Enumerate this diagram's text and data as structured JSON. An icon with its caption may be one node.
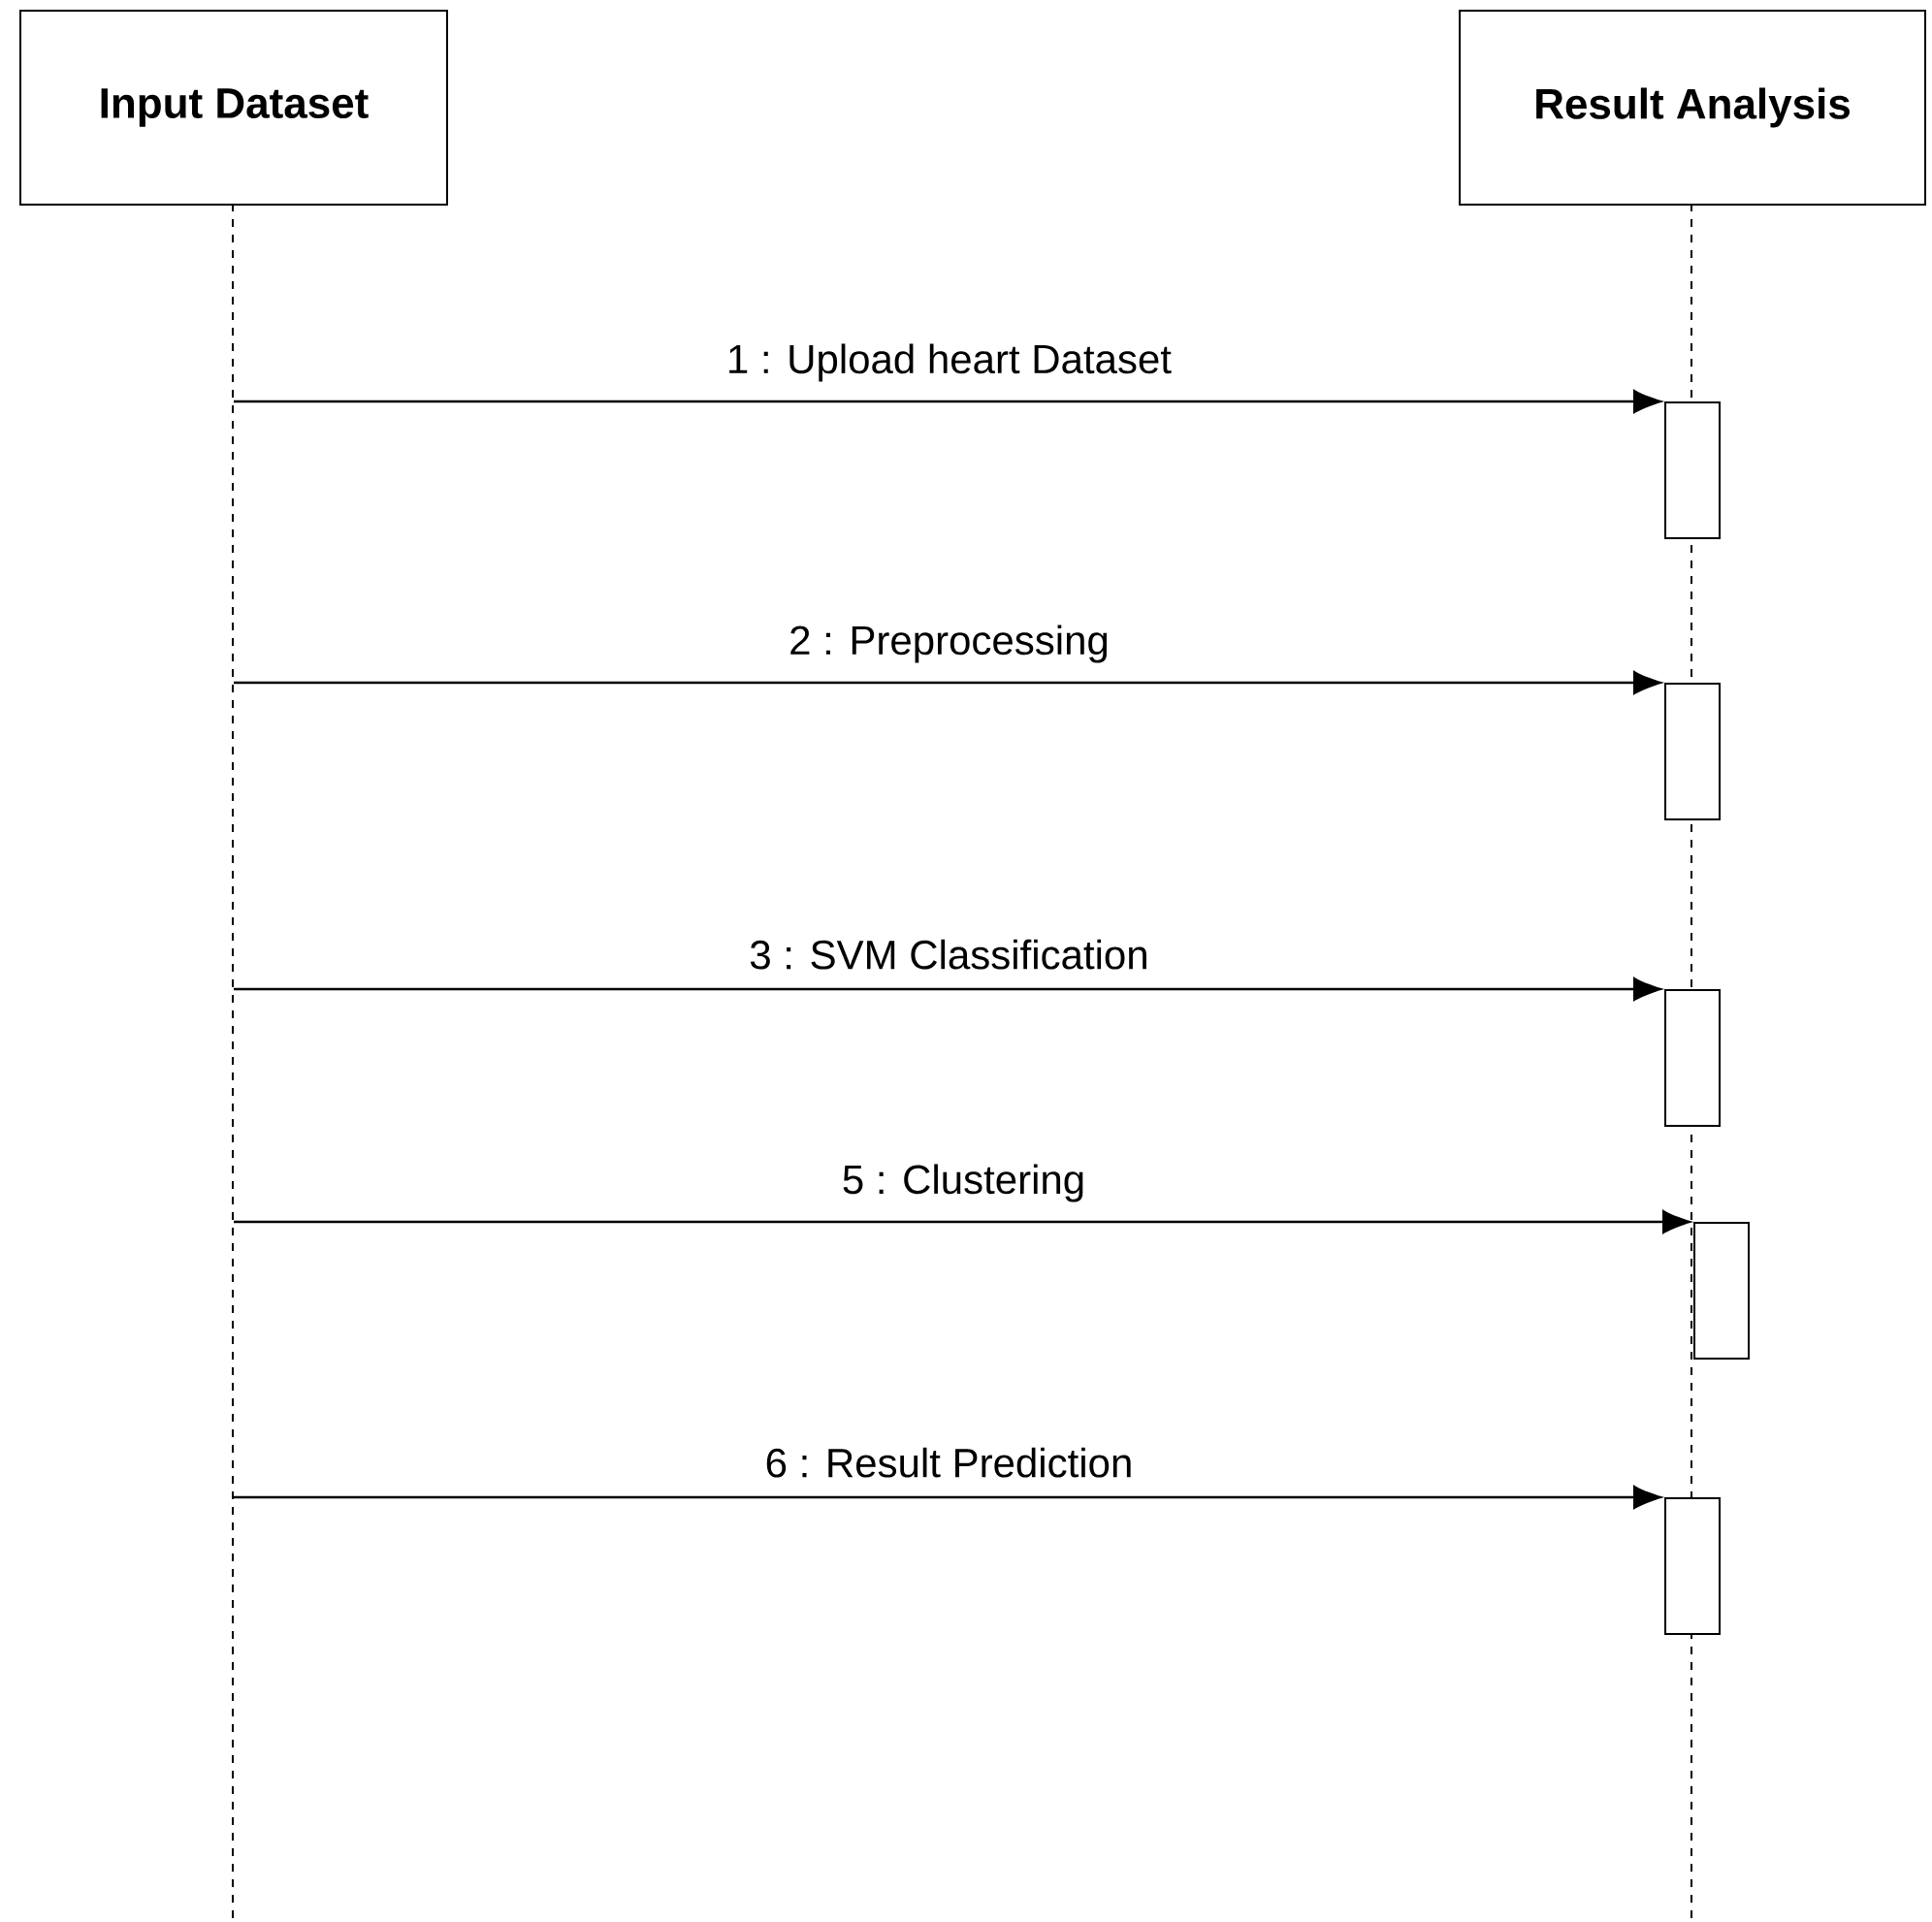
{
  "diagram": {
    "nodes": [
      {
        "text": [
          "Input Dataset"
        ]
      },
      {
        "text": [
          "Result Analysis"
        ]
      },
      {
        "text": [],
        "shape": "bar",
        "in": 1
      },
      {
        "text": [],
        "shape": "bar",
        "in": 1
      },
      {
        "text": [],
        "shape": "bar",
        "in": 1
      },
      {
        "text": [],
        "shape": "bar",
        "in": 1
      },
      {
        "text": [],
        "shape": "bar",
        "in": 1
      }
    ],
    "edges": [
      {
        "from": 0,
        "to": 2,
        "arrow": "to",
        "label": "1 : Upload heart Dataset"
      },
      {
        "from": 0,
        "to": 3,
        "arrow": "to",
        "label": "2 : Preprocessing"
      },
      {
        "from": 0,
        "to": 4,
        "arrow": "to",
        "label": "3 : SVM Classification"
      },
      {
        "from": 0,
        "to": 5,
        "arrow": "to",
        "label": "5 : Clustering"
      },
      {
        "from": 0,
        "to": 6,
        "arrow": "to",
        "label": "6 : Result Prediction"
      }
    ]
  }
}
